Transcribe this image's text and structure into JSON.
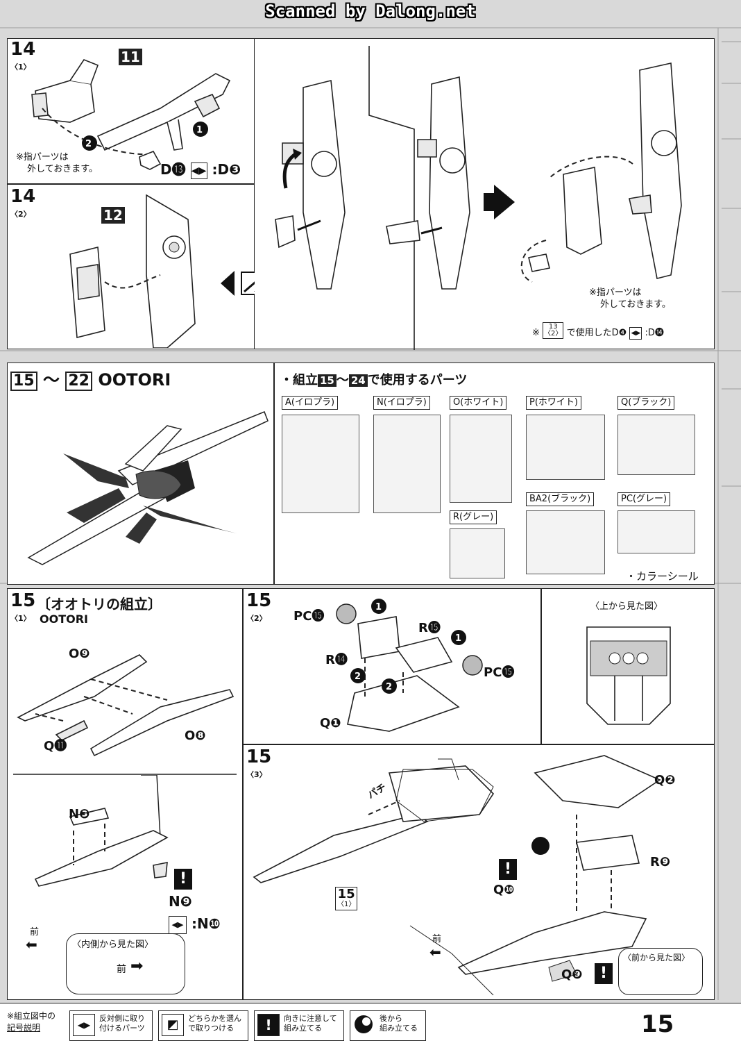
{
  "watermark": "Scanned by Dalong.net",
  "page_number": "15",
  "step14a": {
    "num": "14",
    "sub": "〈1〉",
    "callout": "11",
    "note_line1": "※指パーツは",
    "note_line2": "外しておきます。",
    "swap_left": "D⓭",
    "swap_right": ":D❸"
  },
  "step14b": {
    "num": "14",
    "sub": "〈2〉",
    "callout": "12"
  },
  "step14_right": {
    "note_line1": "※指パーツは",
    "note_line2": "外しておきます。",
    "ref_prefix": "※",
    "ref_num": "13",
    "ref_sub": "〈2〉",
    "ref_text": "で使用したD❹",
    "ref_swap": ":D⓮"
  },
  "ootori_header": {
    "from": "15",
    "tilde": "〜",
    "to": "22",
    "name": "OOTORI"
  },
  "parts_list": {
    "title_prefix": "・組立",
    "title_from": "15",
    "title_tilde": "〜",
    "title_to": "24",
    "title_suffix": "で使用するパーツ",
    "runners": [
      {
        "label": "A(イロプラ)"
      },
      {
        "label": "N(イロプラ)"
      },
      {
        "label": "O(ホワイト)"
      },
      {
        "label": "P(ホワイト)"
      },
      {
        "label": "Q(ブラック)"
      },
      {
        "label": "R(グレー)"
      },
      {
        "label": "BA2(ブラック)"
      },
      {
        "label": "PC(グレー)"
      }
    ],
    "color_sheet": "・カラーシール"
  },
  "step15_1": {
    "num": "15",
    "sub": "〈1〉",
    "title": "〔オオトリの組立〕",
    "subtitle": "OOTORI",
    "parts": {
      "o9": "O❾",
      "o8": "O❽",
      "q11": "Q⓫",
      "n3": "N❸",
      "n9": "N❾",
      "n10": ":N❿"
    },
    "front": "前",
    "inset_title": "〈内側から見た図〉",
    "inset_front": "前"
  },
  "step15_2": {
    "num": "15",
    "sub": "〈2〉",
    "parts": {
      "pc15a": "PC⓯",
      "pc15b": "PC⓯",
      "r15": "R⓯",
      "r14": "R⓮",
      "q1": "Q❶"
    },
    "top_view": "〈上から見た図〉"
  },
  "step15_3": {
    "num": "15",
    "sub": "〈3〉",
    "parts": {
      "q2": "Q❷",
      "r9": "R❾",
      "q10": "Q❿",
      "q9": "Q❾"
    },
    "snap": "パチ",
    "ref_num": "15",
    "ref_sub": "〈1〉",
    "front": "前",
    "front_view": "〈前から見た図〉"
  },
  "legend": {
    "title_line1": "※組立図中の",
    "title_line2": "記号説明",
    "items": [
      {
        "icon": "swap-icon",
        "line1": "反対側に取り",
        "line2": "付けるパーツ"
      },
      {
        "icon": "choose-icon",
        "line1": "どちらかを選ん",
        "line2": "で取りつける"
      },
      {
        "icon": "warning-icon",
        "line1": "向きに注意して",
        "line2": "組み立てる"
      },
      {
        "icon": "later-icon",
        "line1": "後から",
        "line2": "組み立てる"
      }
    ]
  }
}
